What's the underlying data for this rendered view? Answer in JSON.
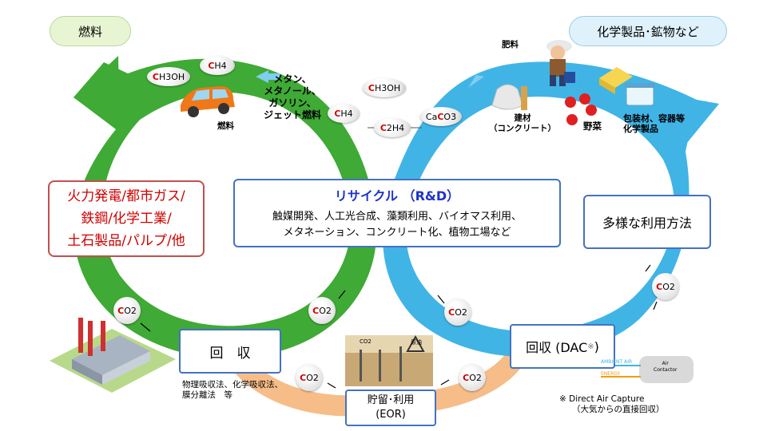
{
  "pills": {
    "fuel": "燃料",
    "chemicals": "化学製品･鉱物など"
  },
  "recycle": {
    "title": "リサイクル （R&D）",
    "line1": "触媒開発、人工光合成、藻類利用、バイオマス利用、",
    "line2": "メタネーション、コンクリート化、植物工場など"
  },
  "sources": {
    "line1": "火力発電/都市ガス/",
    "line2": "鉄鋼/化学工業/",
    "line3": "土石製品/パルプ/他"
  },
  "various_use": "多様な利用方法",
  "capture": {
    "title": "回　収",
    "note_line1": "物理吸収法、化学吸収法、",
    "note_line2": "膜分離法　等"
  },
  "storage": {
    "line1": "貯留･利用",
    "line2": "(EOR)",
    "img_co2": "CO2",
    "img_oil": "原油"
  },
  "dac": {
    "title": "回収 (DAC",
    "mark": "※",
    "close": ")",
    "note_line1": "※ Direct Air Capture",
    "note_line2": "（大気からの直接回収）",
    "img_ambient": "AMBIENT AIR",
    "img_energy": "ENERGY",
    "img_air": "Air",
    "img_contactor": "Contactor"
  },
  "fuels_list": {
    "line1": "メタン、",
    "line2": "メタノール、",
    "line3": "ガソリン、",
    "line4": "ジェット燃料"
  },
  "car_label": "燃料",
  "molecules": {
    "ch3oh": [
      "C",
      "H3OH"
    ],
    "ch4": [
      "C",
      "H4"
    ],
    "c2h4": [
      "C",
      "2H4"
    ],
    "caco3": [
      "Ca",
      "C",
      "O3"
    ],
    "co2": [
      "C",
      "O2"
    ]
  },
  "products": {
    "fertilizer": "肥料",
    "construction_line1": "建材",
    "construction_line2": "（コンクリート）",
    "vegetables": "野菜",
    "packaging_line1": "包装材、容器等",
    "packaging_line2": "化学製品"
  },
  "colors": {
    "green_loop": "#3faa35",
    "blue_loop": "#41b4e6",
    "orange_path": "#f6bd89",
    "red_text": "#d00000",
    "recycle_title": "#1f33c8",
    "box_border": "#4472c4",
    "source_border": "#c0504d",
    "pill_green": "#e7f5d3",
    "pill_blue": "#dff1fb"
  }
}
